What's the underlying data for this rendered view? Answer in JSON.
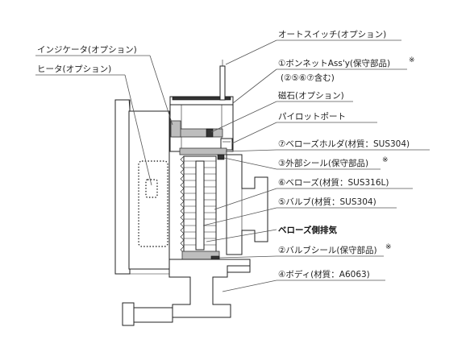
{
  "callouts": {
    "auto_switch": "オートスイッチ(オプション)",
    "indicator": "インジケータ(オプション)",
    "heater": "ヒータ(オプション)",
    "bonnet": "①ボンネットAss'y(保守部品)",
    "bonnet_mark": "※",
    "bonnet_sub": "(②⑤⑥⑦含む)",
    "magnet": "磁石(オプション)",
    "pilot_port": "パイロットポート",
    "bellows_holder": "⑦ベローズホルダ(材質：SUS304)",
    "outer_seal": "③外部シール(保守部品)",
    "outer_seal_mark": "※",
    "bellows": "⑥ベローズ(材質：SUS316L)",
    "valve": "⑤バルブ(材質：SUS304)",
    "bellows_exhaust": "ベローズ側排気",
    "valve_seal": "②バルブシール(保守部品)",
    "valve_seal_mark": "※",
    "body": "④ボディ(材質：A6063)"
  }
}
